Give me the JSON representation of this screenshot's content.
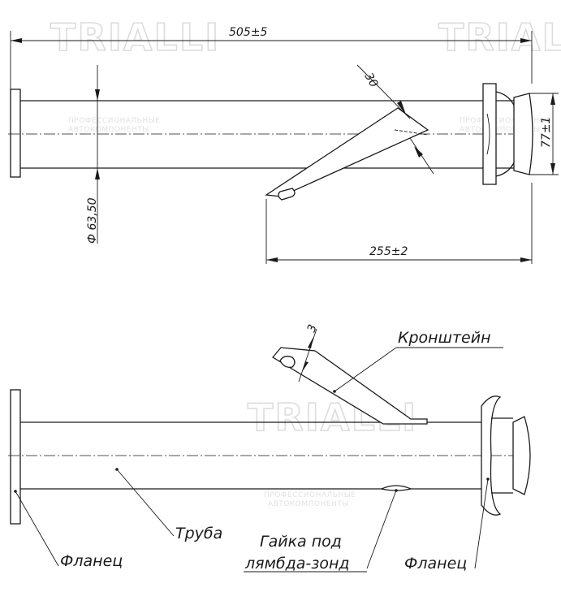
{
  "watermark": {
    "logo_text": "TRIALLI",
    "subtitle_line1": "ПРОФЕССИОНАЛЬНЫЕ",
    "subtitle_line2": "АВТОКОМПОНЕНТЫ"
  },
  "top_view": {
    "dim_total_length": "505±5",
    "dim_angle": "30",
    "dim_diameter": "Ф 63,50",
    "dim_height": "77±1",
    "dim_bracket_distance": "255±2"
  },
  "side_view": {
    "dim_thickness": "3",
    "label_bracket": "Кронштейн",
    "label_pipe": "Труба",
    "label_nut_line1": "Гайка под",
    "label_nut_line2": "лямбда-зонд",
    "label_flange_left": "Фланец",
    "label_flange_right": "Фланец"
  }
}
